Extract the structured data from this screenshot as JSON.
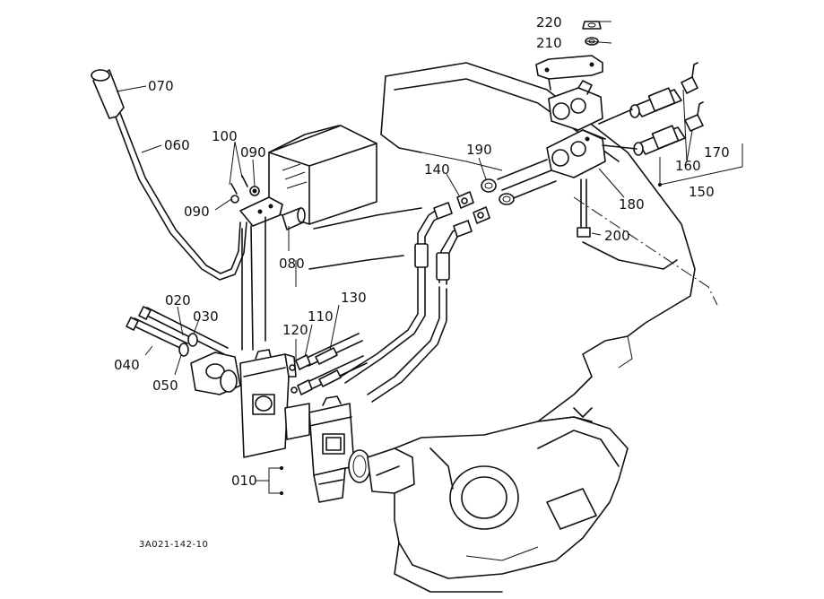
{
  "diagram": {
    "reference_code": "3A021-142-10",
    "part_labels": {
      "p010": "010",
      "p020": "020",
      "p030": "030",
      "p040": "040",
      "p050": "050",
      "p060": "060",
      "p070": "070",
      "p080": "080",
      "p090a": "090",
      "p090b": "090",
      "p100": "100",
      "p110": "110",
      "p120": "120",
      "p130": "130",
      "p140": "140",
      "p150": "150",
      "p160": "160",
      "p170": "170",
      "p180": "180",
      "p190": "190",
      "p200": "200",
      "p210": "210",
      "p220": "220"
    }
  }
}
